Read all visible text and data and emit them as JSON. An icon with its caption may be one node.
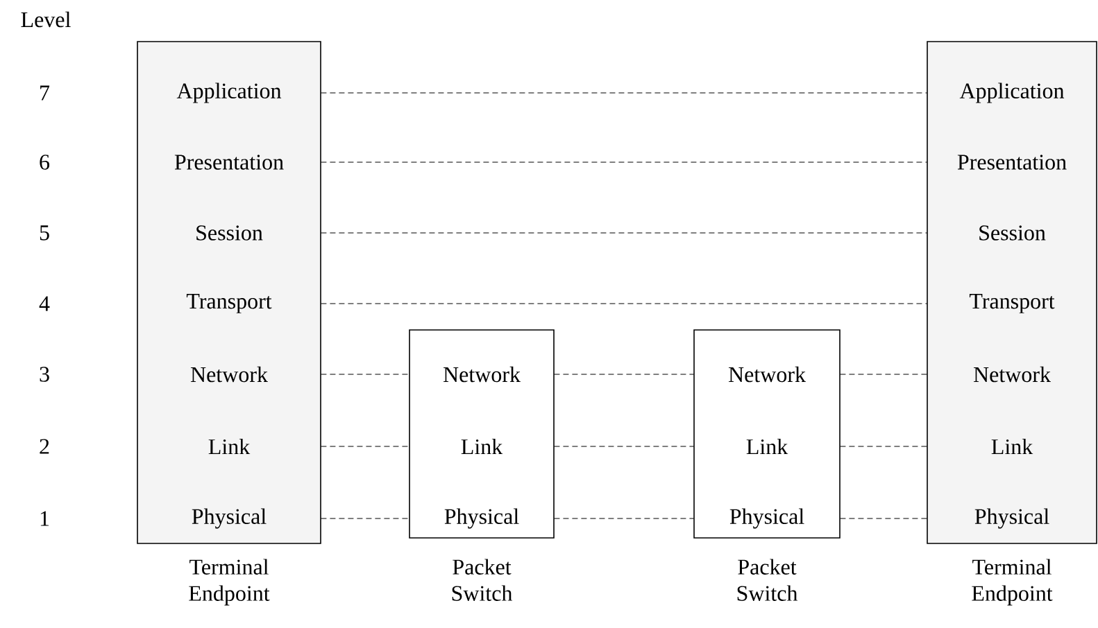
{
  "diagram": {
    "nodes": [
      {
        "text": [],
        "shape": "box",
        "beside": [
          "Terminal Endpoint"
        ]
      },
      {
        "text": [
          "Application"
        ],
        "in": 0
      },
      {
        "text": [
          "Presentation"
        ],
        "in": 0
      },
      {
        "text": [
          "Session"
        ],
        "in": 0
      },
      {
        "text": [
          "Transport"
        ],
        "in": 0
      },
      {
        "text": [
          "Network"
        ],
        "in": 0
      },
      {
        "text": [
          "Link"
        ],
        "in": 0
      },
      {
        "text": [
          "Physical"
        ],
        "in": 0
      },
      {
        "text": [],
        "shape": "box",
        "beside": [
          "Packet Switch"
        ]
      },
      {
        "text": [
          "Network"
        ],
        "in": 8
      },
      {
        "text": [
          "Link"
        ],
        "in": 8
      },
      {
        "text": [
          "Physical"
        ],
        "in": 8
      },
      {
        "text": [],
        "shape": "box",
        "beside": [
          "Packet Switch"
        ]
      },
      {
        "text": [
          "Network"
        ],
        "in": 12
      },
      {
        "text": [
          "Link"
        ],
        "in": 12
      },
      {
        "text": [
          "Physical"
        ],
        "in": 12
      },
      {
        "text": [],
        "shape": "box",
        "beside": [
          "Terminal Endpoint"
        ]
      },
      {
        "text": [
          "Application"
        ],
        "in": 16
      },
      {
        "text": [
          "Presentation"
        ],
        "in": 16
      },
      {
        "text": [
          "Session"
        ],
        "in": 16
      },
      {
        "text": [
          "Transport"
        ],
        "in": 16
      },
      {
        "text": [
          "Network"
        ],
        "in": 16
      },
      {
        "text": [
          "Link"
        ],
        "in": 16
      },
      {
        "text": [
          "Physical"
        ],
        "in": 16
      }
    ],
    "edges": [
      {
        "from": 1,
        "to": 17,
        "arrow": "none",
        "style": "dashed"
      },
      {
        "from": 2,
        "to": 18,
        "arrow": "none",
        "style": "dashed"
      },
      {
        "from": 3,
        "to": 19,
        "arrow": "none",
        "style": "dashed"
      },
      {
        "from": 4,
        "to": 20,
        "arrow": "none",
        "style": "dashed"
      },
      {
        "from": 5,
        "to": 9,
        "arrow": "none",
        "style": "dashed"
      },
      {
        "from": 6,
        "to": 10,
        "arrow": "none",
        "style": "dashed"
      },
      {
        "from": 7,
        "to": 11,
        "arrow": "none",
        "style": "dashed"
      },
      {
        "from": 9,
        "to": 13,
        "arrow": "none",
        "style": "dashed"
      },
      {
        "from": 10,
        "to": 14,
        "arrow": "none",
        "style": "dashed"
      },
      {
        "from": 11,
        "to": 15,
        "arrow": "none",
        "style": "dashed"
      },
      {
        "from": 13,
        "to": 21,
        "arrow": "none",
        "style": "dashed"
      },
      {
        "from": 14,
        "to": 22,
        "arrow": "none",
        "style": "dashed"
      },
      {
        "from": 15,
        "to": 23,
        "arrow": "none",
        "style": "dashed"
      }
    ],
    "labels": [
      "Level",
      "7",
      "6",
      "5",
      "4",
      "3",
      "2",
      "1"
    ]
  }
}
